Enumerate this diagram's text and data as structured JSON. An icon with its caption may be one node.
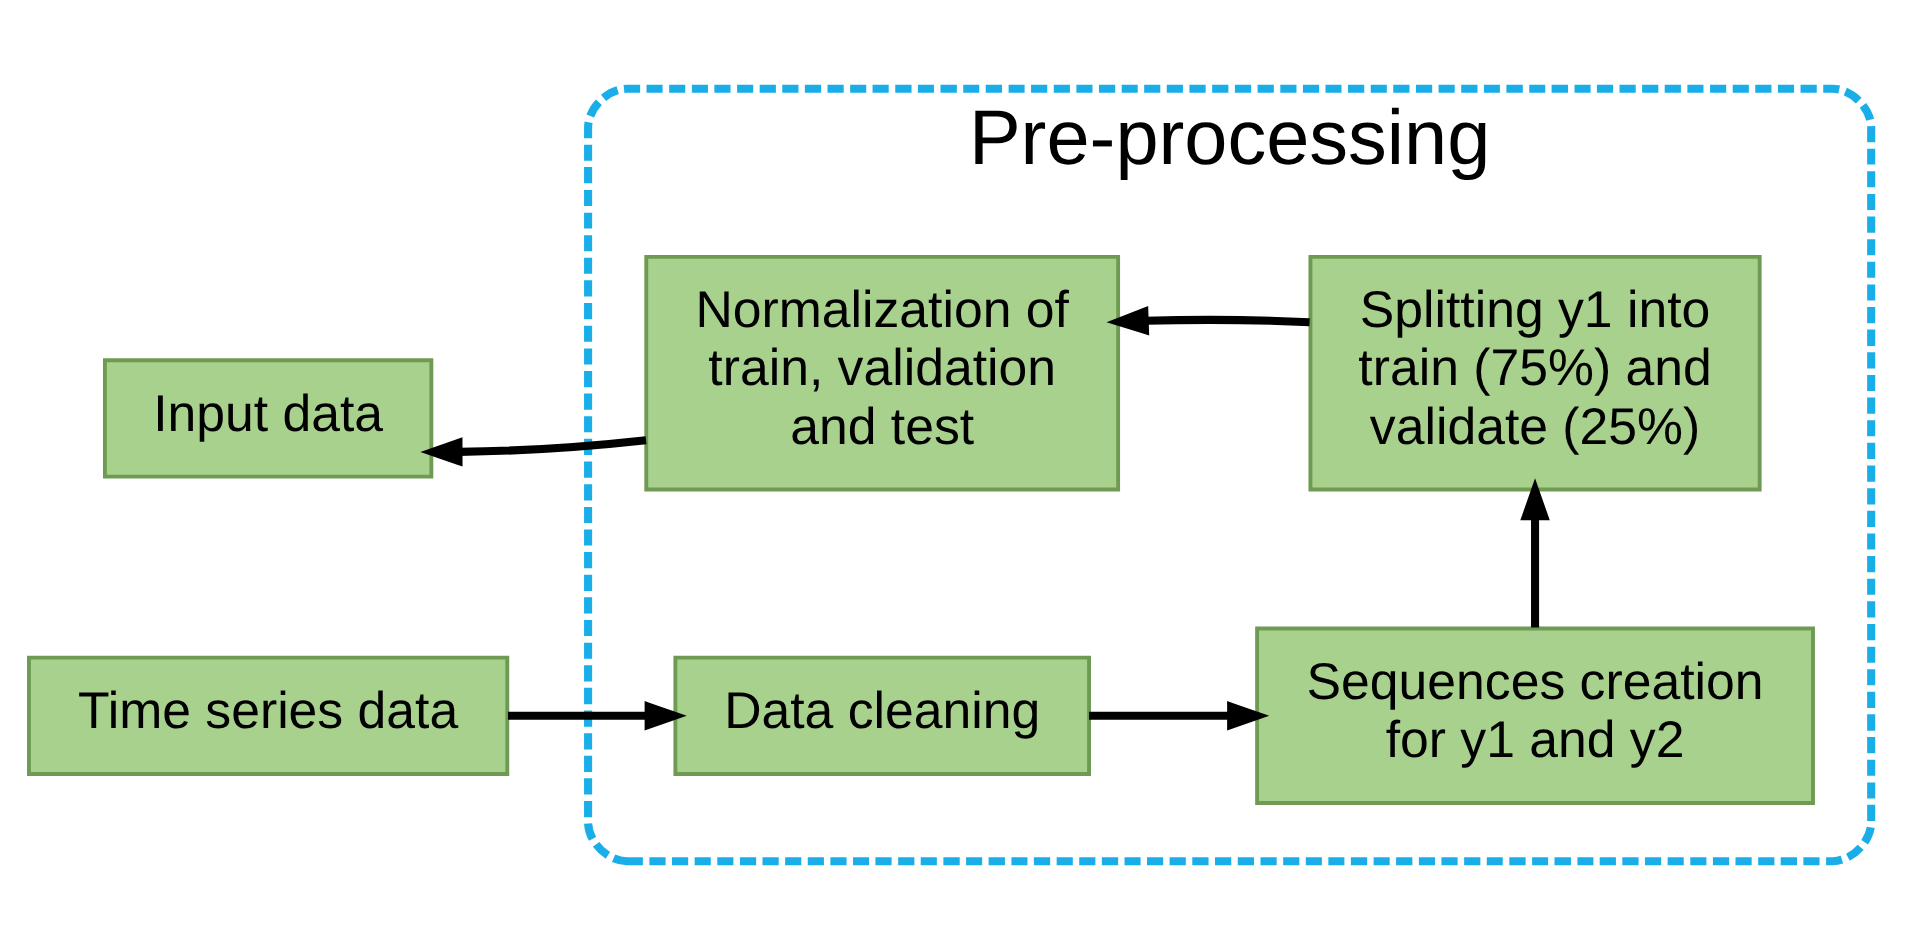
{
  "diagram": {
    "nodes": [
      {
        "text": [
          "Pre-processing"
        ]
      },
      {
        "text": [
          "Time series data"
        ]
      },
      {
        "text": [
          "Data cleaning"
        ],
        "in": 0
      },
      {
        "text": [
          "Sequences creation for y1 and y2"
        ],
        "in": 0
      },
      {
        "text": [
          "Splitting y1 into train (75%) and validate (25%)"
        ],
        "in": 0
      },
      {
        "text": [
          "Normalization of train, validation and test"
        ],
        "in": 0
      },
      {
        "text": [
          "Input data"
        ]
      }
    ],
    "edges": [
      {
        "from": 1,
        "to": 2,
        "arrow": "to"
      },
      {
        "from": 2,
        "to": 3,
        "arrow": "to"
      },
      {
        "from": 3,
        "to": 4,
        "arrow": "to"
      },
      {
        "from": 4,
        "to": 5,
        "arrow": "to"
      },
      {
        "from": 5,
        "to": 6,
        "arrow": "to"
      }
    ]
  }
}
